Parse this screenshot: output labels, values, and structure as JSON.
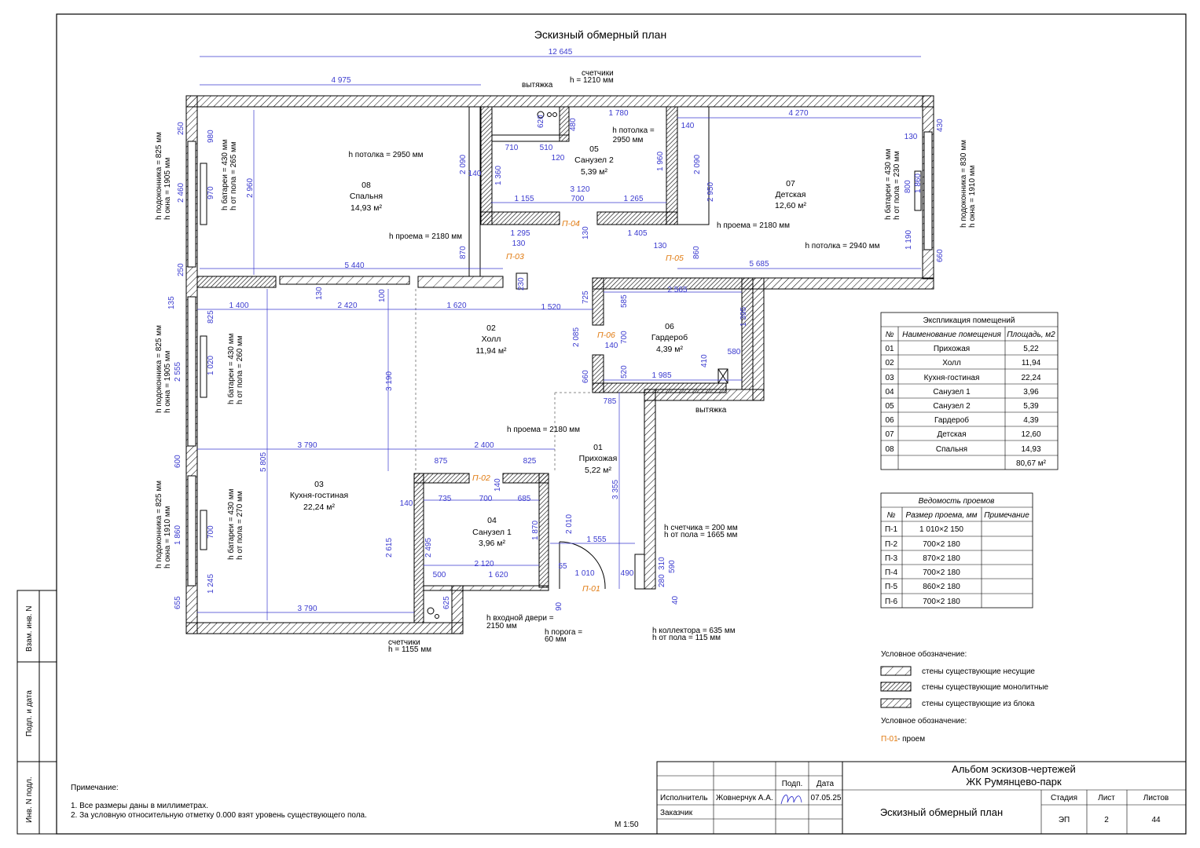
{
  "title": "Эскизный обмерный план",
  "scale": "М 1:50",
  "notes": {
    "header": "Примечание:",
    "lines": [
      "1. Все размеры даны в миллиметрах.",
      "2. За условную относительную отметку 0.000 взят уровень существующего пола."
    ]
  },
  "rooms": [
    {
      "num": "08",
      "name": "Спальня",
      "area": "14,93 м²"
    },
    {
      "num": "05",
      "name": "Санузел 2",
      "area": "5,39 м²"
    },
    {
      "num": "07",
      "name": "Детская",
      "area": "12,60 м²"
    },
    {
      "num": "02",
      "name": "Холл",
      "area": "11,94 м²"
    },
    {
      "num": "06",
      "name": "Гардероб",
      "area": "4,39 м²"
    },
    {
      "num": "03",
      "name": "Кухня-гостиная",
      "area": "22,24 м²"
    },
    {
      "num": "01",
      "name": "Прихожая",
      "area": "5,22 м²"
    },
    {
      "num": "04",
      "name": "Санузел 1",
      "area": "3,96 м²"
    }
  ],
  "ceilings": [
    "h потолка = 2950 мм",
    "h потолка =",
    "2950 мм",
    "h потолка = 2940 мм"
  ],
  "openings_labels": [
    "П-01",
    "П-02",
    "П-03",
    "П-04",
    "П-05",
    "П-06"
  ],
  "annotations": [
    "h проема = 2180 мм",
    "h проема = 2180 мм",
    "h проема = 2180 мм",
    "вытяжка",
    "счетчики",
    "h = 1210 мм",
    "вытяжка",
    "h счетчика = 200 мм",
    "h от пола = 1665 мм",
    "h входной двери =",
    "2150 мм",
    "h порога =",
    "60 мм",
    "h коллектора = 635 мм",
    "h от пола = 115 мм",
    "счетчики",
    "h = 1155 мм"
  ],
  "vertical_notes": [
    "h подоконника = 825 мм",
    "h окна = 1905 мм",
    "h батареи = 430 мм",
    "h от пола = 265 мм",
    "h подоконника = 825 мм",
    "h окна = 1905 мм",
    "h батареи = 430 мм",
    "h от пола = 260 мм",
    "h подоконника = 825 мм",
    "h окна = 1910 мм",
    "h батареи = 430 мм",
    "h от пола = 270 мм",
    "h батареи = 430 мм",
    "h от пола = 230 мм",
    "h подоконника = 830 мм",
    "h окна = 1910 мм"
  ],
  "dimensions": [
    "12 645",
    "4 975",
    "1 780",
    "4 270",
    "620",
    "480",
    "710",
    "510",
    "120",
    "140",
    "2 090",
    "1 360",
    "3 120",
    "1 155",
    "700",
    "1 265",
    "1 960",
    "1 295",
    "130",
    "1 405",
    "130",
    "130",
    "870",
    "860",
    "5 440",
    "5 685",
    "2 090",
    "2 950",
    "2 960",
    "980",
    "970",
    "2 460",
    "250",
    "250",
    "140",
    "130",
    "800",
    "1 860",
    "1 190",
    "430",
    "660",
    "1 400",
    "2 420",
    "1 620",
    "1 520",
    "130",
    "100",
    "230",
    "725",
    "2 085",
    "660",
    "785",
    "2 565",
    "585",
    "700",
    "140",
    "520",
    "1 985",
    "1 395",
    "410",
    "580",
    "135",
    "825",
    "1 020",
    "2 555",
    "3 190",
    "3 790",
    "2 400",
    "5 805",
    "875",
    "825",
    "600",
    "140",
    "735",
    "700",
    "685",
    "140",
    "2 495",
    "1 870",
    "2 615",
    "2 010",
    "1 555",
    "3 355",
    "700",
    "1 860",
    "2 120",
    "500",
    "1 620",
    "1 010",
    "55",
    "490",
    "310",
    "590",
    "280",
    "1 245",
    "655",
    "3 790",
    "625",
    "90",
    "40"
  ],
  "explication": {
    "title": "Экспликация помещений",
    "headers": [
      "№",
      "Наименование помещения",
      "Площадь, м2"
    ],
    "rows": [
      [
        "01",
        "Прихожая",
        "5,22"
      ],
      [
        "02",
        "Холл",
        "11,94"
      ],
      [
        "03",
        "Кухня-гостиная",
        "22,24"
      ],
      [
        "04",
        "Санузел 1",
        "3,96"
      ],
      [
        "05",
        "Санузел 2",
        "5,39"
      ],
      [
        "06",
        "Гардероб",
        "4,39"
      ],
      [
        "07",
        "Детская",
        "12,60"
      ],
      [
        "08",
        "Спальня",
        "14,93"
      ]
    ],
    "total": "80,67 м²"
  },
  "openings": {
    "title": "Ведомость проемов",
    "headers": [
      "№",
      "Размер проема, мм",
      "Примечание"
    ],
    "rows": [
      [
        "П-1",
        "1 010×2 150",
        ""
      ],
      [
        "П-2",
        "700×2 180",
        ""
      ],
      [
        "П-3",
        "870×2 180",
        ""
      ],
      [
        "П-4",
        "700×2 180",
        ""
      ],
      [
        "П-5",
        "860×2 180",
        ""
      ],
      [
        "П-6",
        "700×2 180",
        ""
      ]
    ]
  },
  "legend": {
    "header1": "Условное обозначение:",
    "items": [
      "стены существующие несущие",
      "стены существующие монолитные",
      "стены существующие из блока"
    ],
    "header2": "Условное обозначение:",
    "opening_code": "П-01",
    "opening_text": " - проем"
  },
  "side_stamp": [
    "Взам. инв. N",
    "Подп. и дата",
    "Инв. N подл."
  ],
  "title_block": {
    "project_line1": "Альбом эскизов-чертежей",
    "project_line2": "ЖК Румянцево-парк",
    "sheet_title": "Эскизный обмерный план",
    "col_sign": "Подп.",
    "col_date": "Дата",
    "executor_label": "Исполнитель",
    "executor_name": "Жовнерчук А.А.",
    "date": "07.05.25",
    "customer_label": "Заказчик",
    "stage_label": "Стадия",
    "sheet_label": "Лист",
    "sheets_label": "Листов",
    "stage": "ЭП",
    "sheet": "2",
    "sheets": "44"
  },
  "colors": {
    "dimension": "#3a3acf",
    "opening": "#e07a10",
    "wall": "#000000"
  }
}
